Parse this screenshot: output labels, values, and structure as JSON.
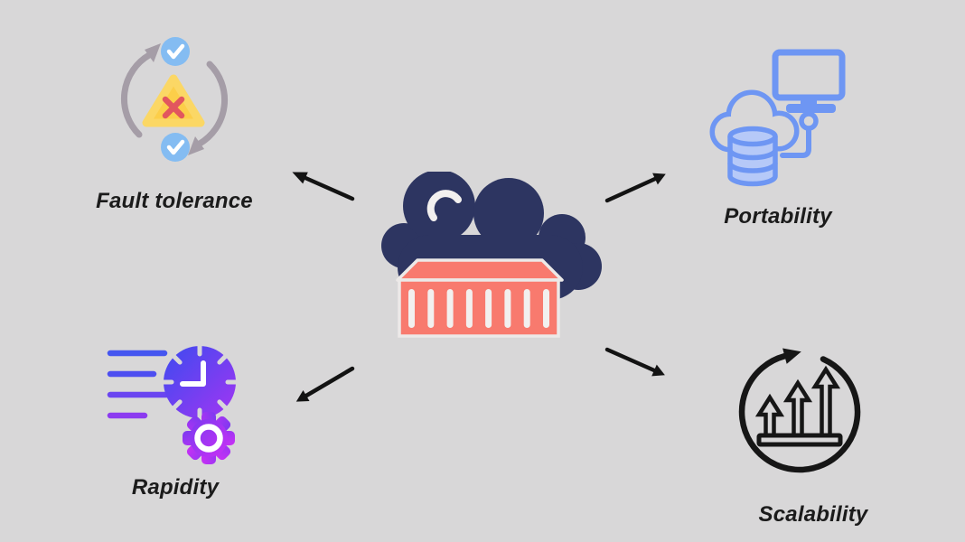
{
  "diagram": {
    "type": "concept-diagram",
    "topic": "container / cloud benefits",
    "center": {
      "icon": "cloud-shipping-container-icon",
      "cloud_color": "#2d3561",
      "container_color": "#f87a6e",
      "container_stripe_color": "#f2f0ef"
    },
    "nodes": [
      {
        "id": "fault-tolerance",
        "label": "Fault tolerance",
        "position": "top-left",
        "icon": "sync-check-warning-icon"
      },
      {
        "id": "portability",
        "label": "Portability",
        "position": "top-right",
        "icon": "cloud-database-computer-icon"
      },
      {
        "id": "rapidity",
        "label": "Rapidity",
        "position": "bottom-left",
        "icon": "speed-clock-gear-icon"
      },
      {
        "id": "scalability",
        "label": "Scalability",
        "position": "bottom-right",
        "icon": "growth-arrows-cycle-icon"
      }
    ],
    "connectors": [
      {
        "from": "center",
        "to": "fault-tolerance",
        "direction": "up-left"
      },
      {
        "from": "center",
        "to": "portability",
        "direction": "up-right"
      },
      {
        "from": "center",
        "to": "rapidity",
        "direction": "down-left"
      },
      {
        "from": "center",
        "to": "scalability",
        "direction": "down-right"
      }
    ],
    "colors": {
      "background": "#d8d7d8",
      "label_text": "#1b1b1b",
      "connector_arrow": "#131313",
      "cloud_navy": "#2d3561",
      "container_coral": "#f87a6e",
      "container_outline": "#ece9e8",
      "sync_arc_gray": "#a59da7",
      "check_circle_blue": "#84bcf2",
      "check_white": "#ffffff",
      "warning_yellow": "#fcce49",
      "warning_border": "#fbd765",
      "x_red": "#e2565e",
      "portability_blue": "#6e96f3",
      "portability_light_blue": "#b6c9f8",
      "rapidity_blue": "#4050f0",
      "rapidity_purple": "#a335f2",
      "gear_magenta": "#c930f5",
      "scalability_black": "#161616"
    }
  }
}
